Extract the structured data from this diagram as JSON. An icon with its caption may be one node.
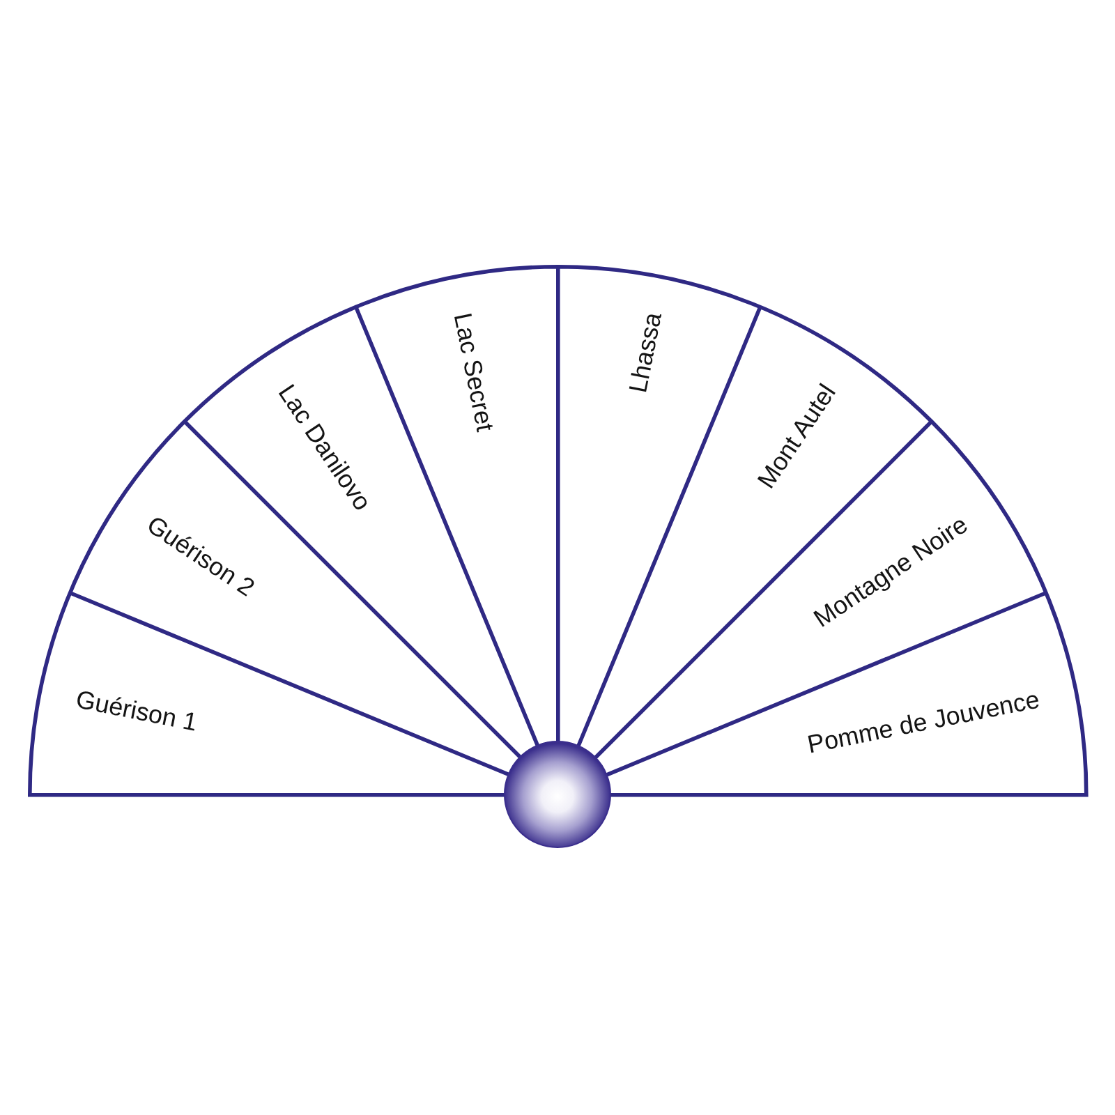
{
  "diagram": {
    "nodes": [
      {
        "text": [
          "Guérison 1"
        ]
      },
      {
        "text": [
          "Guérison 2"
        ]
      },
      {
        "text": [
          "Lac Danilovo"
        ]
      },
      {
        "text": [
          "Lac Secret"
        ]
      },
      {
        "text": [
          "Lhassa"
        ]
      },
      {
        "text": [
          "Mont Autel"
        ]
      },
      {
        "text": [
          "Montagne Noire"
        ]
      },
      {
        "text": [
          "Pomme de Jouvence"
        ]
      }
    ]
  }
}
